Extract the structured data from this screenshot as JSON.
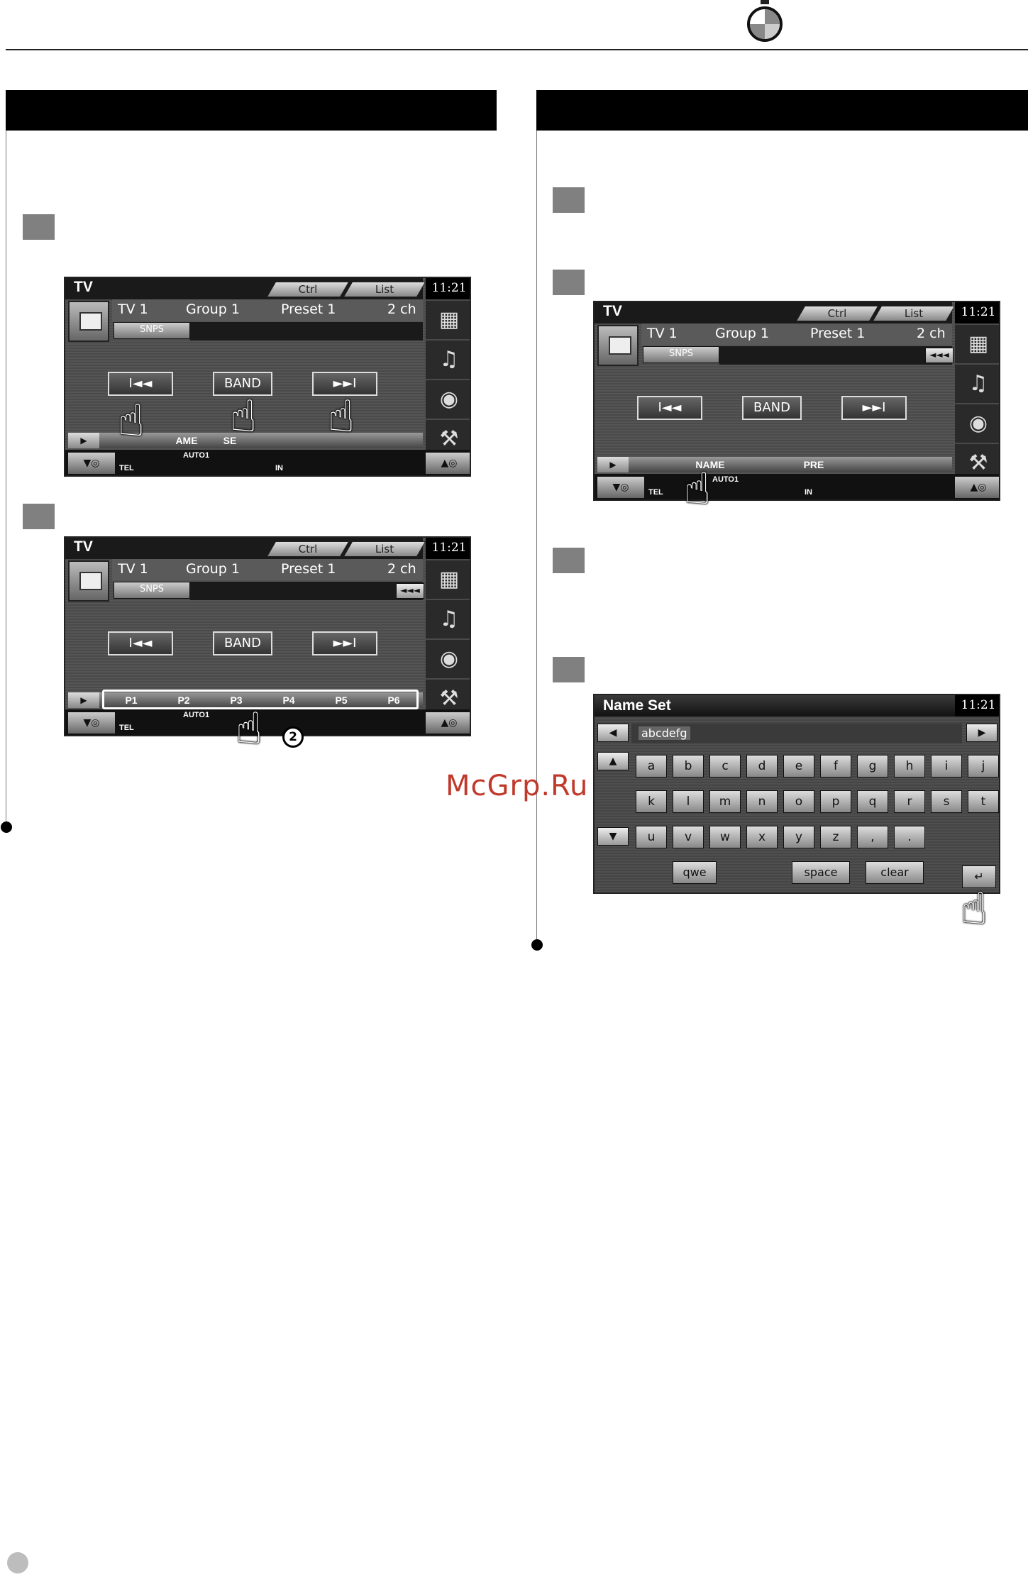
{
  "watermark": "McGrp.Ru",
  "screen_a": {
    "title": "TV",
    "tab_ctrl": "Ctrl",
    "tab_list": "List",
    "clock": "11:21",
    "info": {
      "src": "TV  1",
      "group": "Group  1",
      "preset": "Preset 1",
      "ch": "2 ch"
    },
    "snps": "SNPS",
    "band": "BAND",
    "prev": "I◄◄",
    "next": "►►I",
    "func_items": [
      "AME",
      "SE"
    ],
    "bottom_auto": "AUTO1",
    "bottom_tel": "TEL",
    "bottom_in": "IN"
  },
  "screen_b": {
    "title": "TV",
    "tab_ctrl": "Ctrl",
    "tab_list": "List",
    "clock": "11:21",
    "info": {
      "src": "TV  1",
      "group": "Group  1",
      "preset": "Preset 1",
      "ch": "2 ch"
    },
    "snps": "SNPS",
    "rew": "◄◄◄",
    "band": "BAND",
    "prev": "I◄◄",
    "next": "►►I",
    "presets": [
      "P1",
      "P2",
      "P3",
      "P4",
      "P5",
      "P6"
    ],
    "bottom_auto": "AUTO1",
    "bottom_tel": "TEL",
    "badge": "2"
  },
  "screen_c": {
    "title": "TV",
    "tab_ctrl": "Ctrl",
    "tab_list": "List",
    "clock": "11:21",
    "info": {
      "src": "TV  1",
      "group": "Group  1",
      "preset": "Preset 1",
      "ch": "2 ch"
    },
    "snps": "SNPS",
    "rew": "◄◄◄",
    "band": "BAND",
    "prev": "I◄◄",
    "next": "►►I",
    "func_items": [
      "NAME",
      "PRE"
    ],
    "bottom_auto": "AUTO1",
    "bottom_tel": "TEL",
    "bottom_in": "IN"
  },
  "name_set": {
    "title": "Name Set",
    "clock": "11:21",
    "value": "abcdefg",
    "row1": [
      "a",
      "b",
      "c",
      "d",
      "e",
      "f",
      "g",
      "h",
      "i",
      "j"
    ],
    "row2": [
      "k",
      "l",
      "m",
      "n",
      "o",
      "p",
      "q",
      "r",
      "s",
      "t"
    ],
    "row3": [
      "u",
      "v",
      "w",
      "x",
      "y",
      "z",
      ",",
      "."
    ],
    "qwe": "qwe",
    "space": "space",
    "clear": "clear"
  }
}
